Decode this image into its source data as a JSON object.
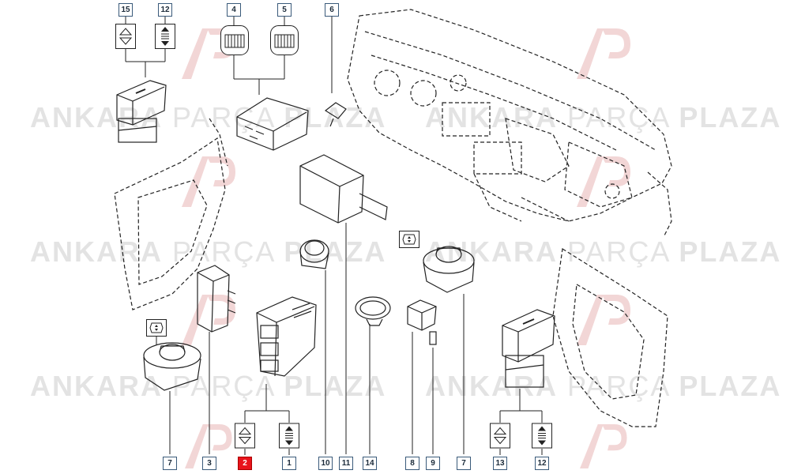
{
  "watermark": {
    "left": "ANKARA",
    "middle": "PARÇA",
    "right": "PLAZA"
  },
  "colors": {
    "highlight": "#e8131b",
    "line": "#222222",
    "tag_border": "#3a5a7a",
    "watermark": "#e3e3e3"
  },
  "callouts": [
    {
      "id": "c15",
      "label": "15"
    },
    {
      "id": "c12a",
      "label": "12"
    },
    {
      "id": "c4",
      "label": "4"
    },
    {
      "id": "c5",
      "label": "5"
    },
    {
      "id": "c6",
      "label": "6"
    },
    {
      "id": "c7a",
      "label": "7"
    },
    {
      "id": "c3",
      "label": "3"
    },
    {
      "id": "c2",
      "label": "2",
      "highlight": true
    },
    {
      "id": "c1",
      "label": "1"
    },
    {
      "id": "c10",
      "label": "10"
    },
    {
      "id": "c11",
      "label": "11"
    },
    {
      "id": "c14",
      "label": "14"
    },
    {
      "id": "c8",
      "label": "8"
    },
    {
      "id": "c9",
      "label": "9"
    },
    {
      "id": "c7b",
      "label": "7"
    },
    {
      "id": "c13",
      "label": "13"
    },
    {
      "id": "c12b",
      "label": "12"
    }
  ],
  "icons": [
    "window-up-down-icon",
    "window-auto-icon",
    "switch-insert-icon",
    "mirror-adjust-icon"
  ]
}
